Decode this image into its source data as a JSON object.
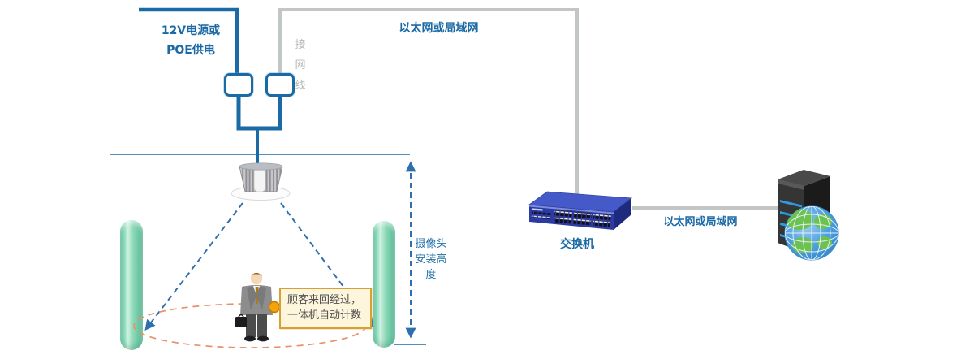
{
  "diagram": {
    "power": {
      "line1": "12V电源或",
      "line2": "POE供电"
    },
    "cable_note": "接\n网\n线",
    "lan_top": "以太网或局域网",
    "lan_right": "以太网或局域网",
    "switch_label": "交换机",
    "height_note": "摄像头\n安装高\n度",
    "callout": {
      "line1": "顾客来回经过，",
      "line2": "一体机自动计数"
    }
  },
  "colors": {
    "accent_blue": "#1a6aa5",
    "dashed_blue": "#2e6fad",
    "line_gray": "#c2c6c6",
    "note_gray": "#b4b8b8",
    "pillar_green": "#7fd2af",
    "walk_ellipse_orange": "#e8906c",
    "callout_bg": "#fdf5dc",
    "callout_border": "#db9e34",
    "callout_anchor": "#f3a40c",
    "switch_blue": "#2c3ba4",
    "server_dark": "#333333",
    "globe_blue": "#4da0e0",
    "globe_green": "#6cc24e"
  }
}
